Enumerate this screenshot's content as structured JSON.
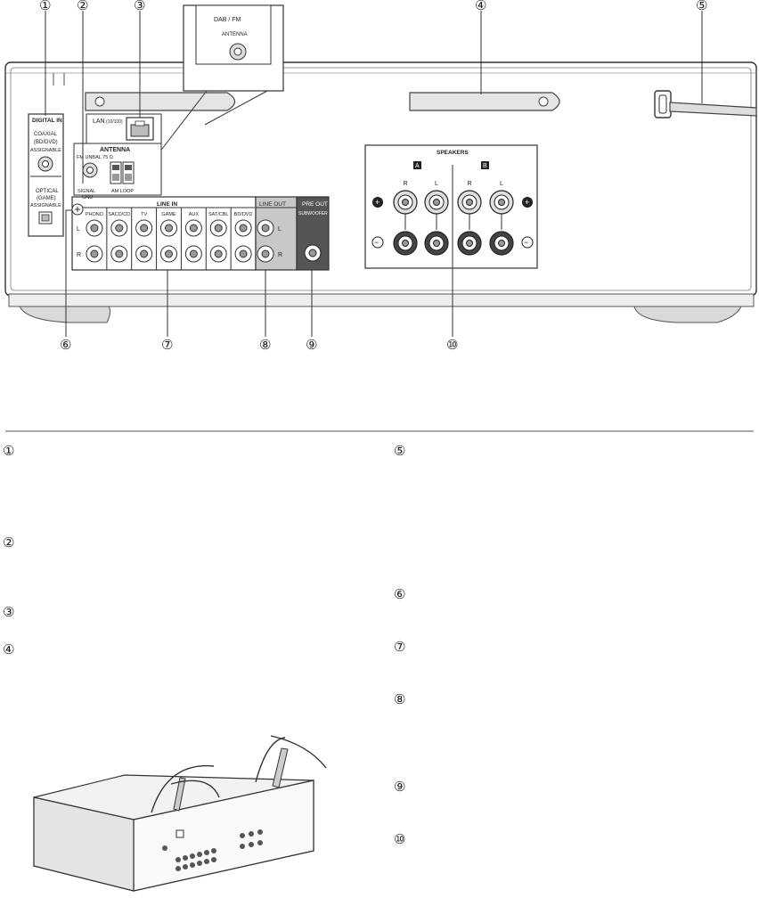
{
  "rear_panel": {
    "callouts": [
      "①",
      "②",
      "③",
      "④",
      "⑤",
      "⑥",
      "⑦",
      "⑧",
      "⑨",
      "⑩"
    ],
    "dab_fm": "DAB / FM",
    "antenna_inset": "ANTENNA",
    "digital_in": "DIGITAL IN",
    "coaxial": "COAXIAL",
    "coaxial_sub": "(BD/DVD)",
    "assignable": "ASSIGNABLE",
    "optical": "OPTICAL",
    "optical_sub": "(GAME)",
    "assignable2": "ASSIGNABLE",
    "lan": "LAN",
    "lan_speed": "(10/100)",
    "antenna": "ANTENNA",
    "fm_unbal": "FM UNBAL 75 Ω",
    "am_loop": "AM LOOP",
    "signal": "SIGNAL",
    "gnd": "GND",
    "line_in": "LINE IN",
    "line_in_inputs": [
      "PHONO",
      "SACD/CD",
      "TV",
      "GAME",
      "AUX",
      "SAT/CBL",
      "BD/DVD"
    ],
    "line_out": "LINE OUT",
    "pre_out": "PRE OUT",
    "subwoofer": "SUBWOOFER",
    "speakers": "SPEAKERS",
    "speaker_a": "A",
    "speaker_b": "B",
    "ch_r": "R",
    "ch_l": "L",
    "plus": "+",
    "minus": "−"
  },
  "list_markers": {
    "left": [
      "①",
      "②",
      "③",
      "④"
    ],
    "right": [
      "⑤",
      "⑥",
      "⑦",
      "⑧",
      "⑨",
      "⑩"
    ]
  }
}
